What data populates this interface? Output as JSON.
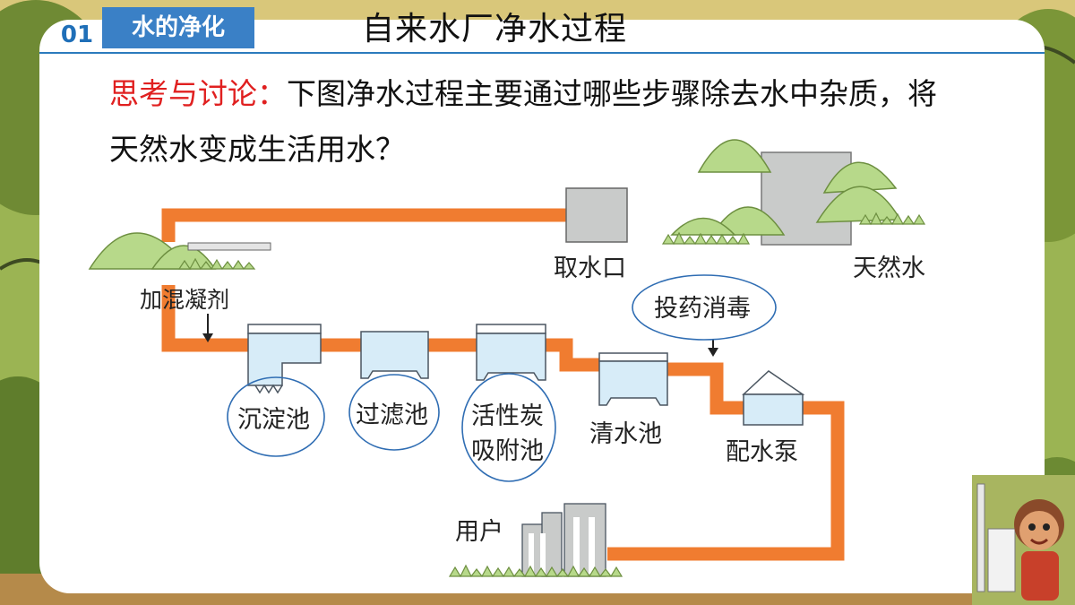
{
  "header": {
    "section_number": "01",
    "section_tag": "水的净化",
    "title": "自来水厂净水过程"
  },
  "question": {
    "label": "思考与讨论：",
    "text": "下图净水过程主要通过哪些步骤除去水中杂质，将天然水变成生活用水？"
  },
  "diagram": {
    "labels": {
      "natural_water": "天然水",
      "water_intake": "取水口",
      "add_coagulant": "加混凝剂",
      "disinfect": "投药消毒",
      "sedimentation": "沉淀池",
      "filtration": "过滤池",
      "carbon_line1": "活性炭",
      "carbon_line2": "吸附池",
      "clear_water": "清水池",
      "pump": "配水泵",
      "users": "用户"
    }
  },
  "colors": {
    "pipe": "#f07c30",
    "tank": "#d7ecf8",
    "tank_border": "#4a5560",
    "ellipse": "#2f6db3",
    "title_tag": "#3a80c6",
    "red_label": "#e02020",
    "hill": "#b7d98a",
    "building": "#c9cbca"
  }
}
